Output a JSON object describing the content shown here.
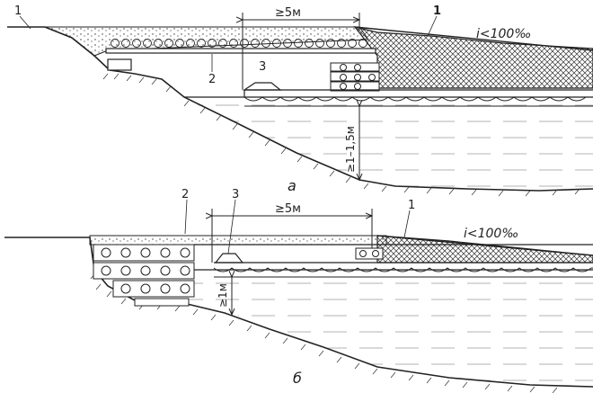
{
  "diagram_a": {
    "marker_1_left": "1",
    "marker_1_right": "1",
    "marker_2": "2",
    "marker_3": "3",
    "span_label": "≥5м",
    "depth_label": "≥1–1,5м",
    "slope_label": "i<100‰",
    "caption": "а"
  },
  "diagram_b": {
    "marker_1": "1",
    "marker_2": "2",
    "marker_3": "3",
    "span_label": "≥5м",
    "depth_label": "≥1м",
    "slope_label": "i<100‰",
    "caption": "б"
  },
  "colors": {
    "ink": "#222222",
    "paper": "#ffffff"
  }
}
